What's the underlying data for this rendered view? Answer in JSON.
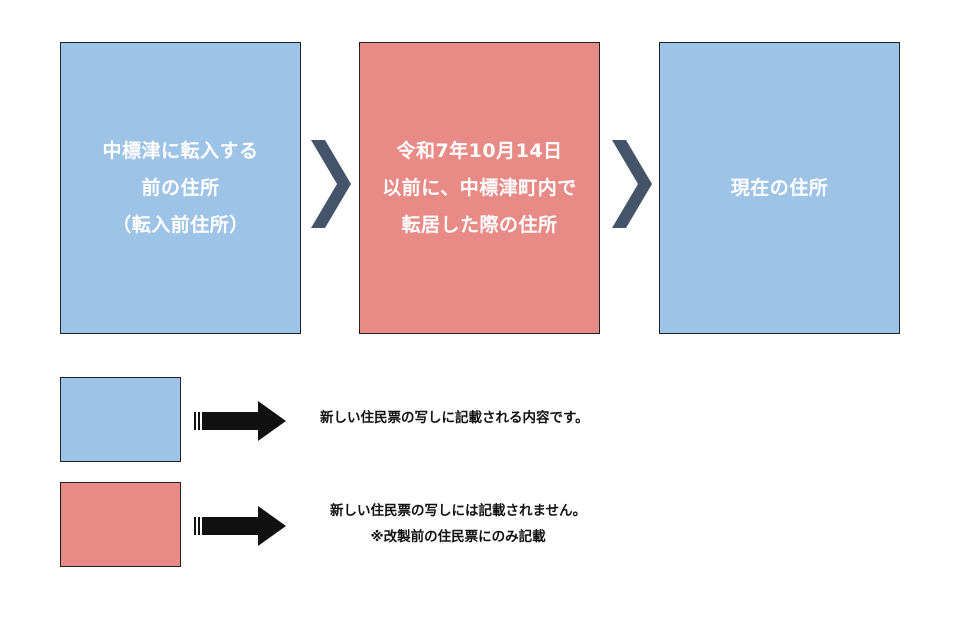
{
  "colors": {
    "blue": "#9dc3e6",
    "red": "#e88a86",
    "chevron": "#44546a",
    "arrow": "#111111",
    "border": "#222222"
  },
  "flow": {
    "box1": {
      "lines": [
        "中標津に転入する",
        "前の住所",
        "（転入前住所）"
      ]
    },
    "box2": {
      "lines": [
        "令和7年10月14日",
        "以前に、中標津町内で",
        "転居した際の住所"
      ]
    },
    "box3": {
      "lines": [
        "現在の住所"
      ]
    }
  },
  "legend": {
    "blue": {
      "lines": [
        "新しい住民票の写しに記載される内容です。"
      ]
    },
    "red": {
      "lines": [
        "新しい住民票の写しには記載されません。",
        "※改製前の住民票にのみ記載"
      ]
    }
  }
}
